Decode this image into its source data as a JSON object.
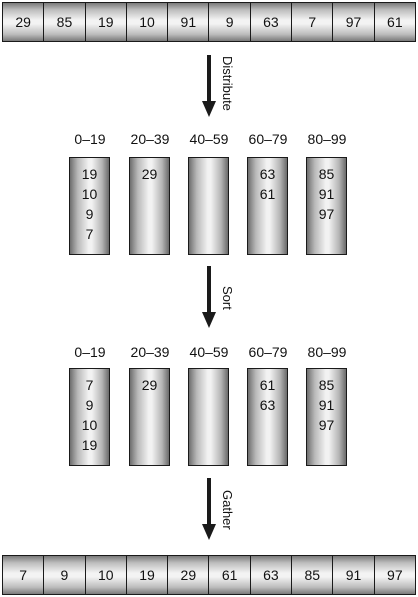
{
  "input_array": [
    "29",
    "85",
    "19",
    "10",
    "91",
    "9",
    "63",
    "7",
    "97",
    "61"
  ],
  "steps": {
    "distribute": "Distribute",
    "sort": "Sort",
    "gather": "Gather"
  },
  "ranges": [
    "0–19",
    "20–39",
    "40–59",
    "60–79",
    "80–99"
  ],
  "distributed_buckets": [
    [
      "19",
      "10",
      "9",
      "7"
    ],
    [
      "29"
    ],
    [],
    [
      "63",
      "61"
    ],
    [
      "85",
      "91",
      "97"
    ]
  ],
  "sorted_buckets": [
    [
      "7",
      "9",
      "10",
      "19"
    ],
    [
      "29"
    ],
    [],
    [
      "61",
      "63"
    ],
    [
      "85",
      "91",
      "97"
    ]
  ],
  "output_array": [
    "7",
    "9",
    "10",
    "19",
    "29",
    "61",
    "63",
    "85",
    "91",
    "97"
  ]
}
